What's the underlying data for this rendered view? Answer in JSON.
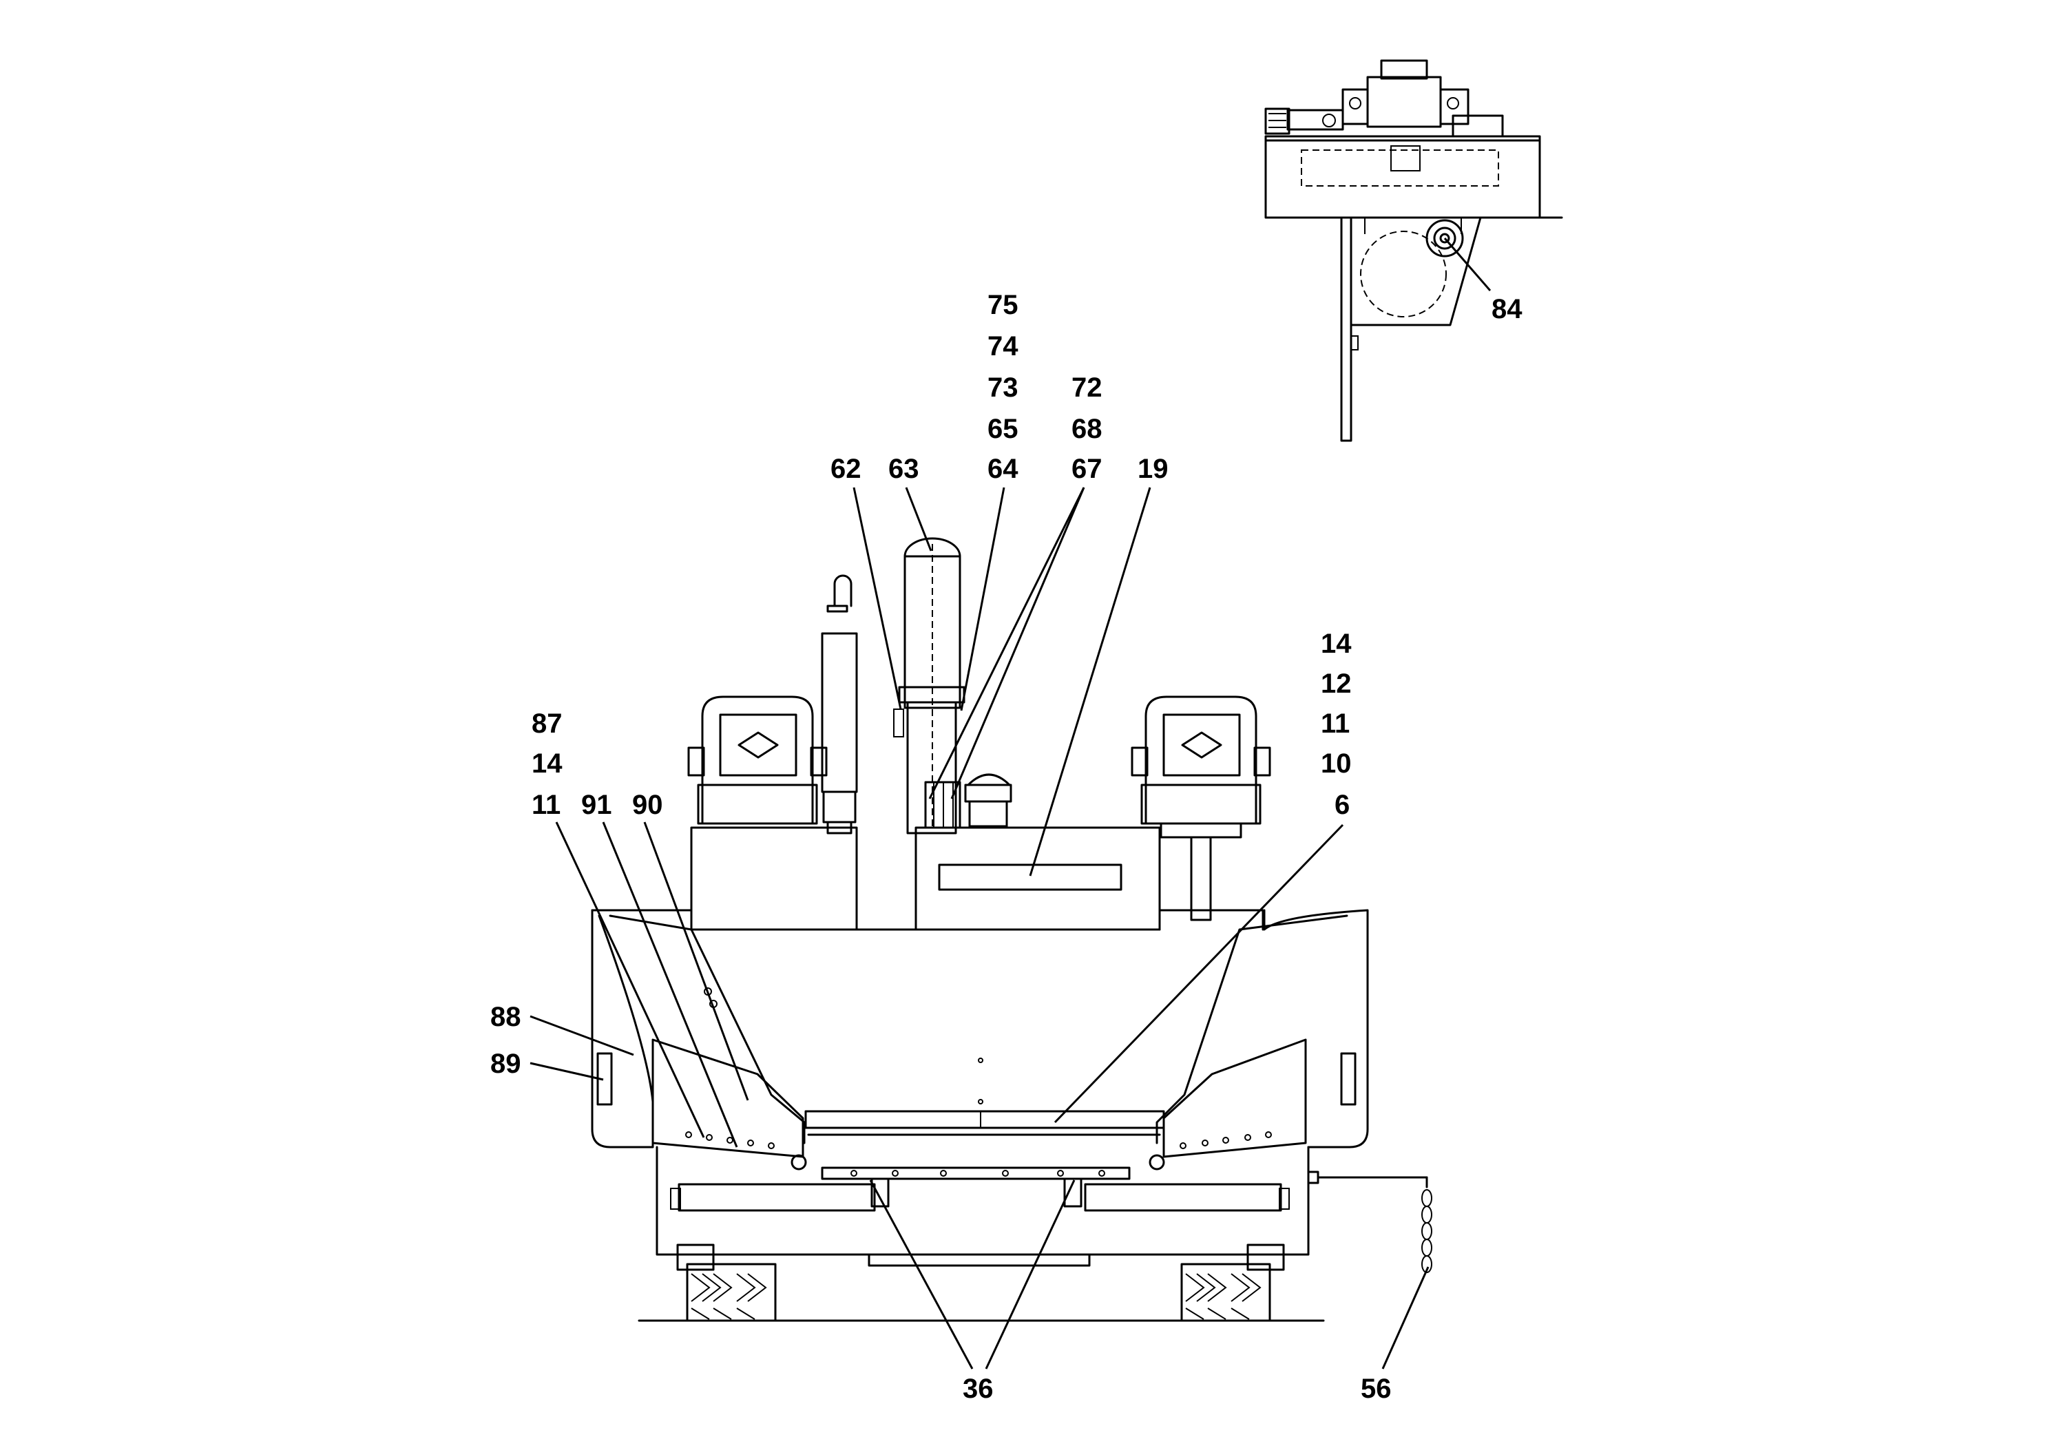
{
  "labels": {
    "l84": "84",
    "l75": "75",
    "l74": "74",
    "l73": "73",
    "l65": "65",
    "l64": "64",
    "l72": "72",
    "l68": "68",
    "l67": "67",
    "l62": "62",
    "l63": "63",
    "l19": "19",
    "l14r": "14",
    "l12": "12",
    "l11r": "11",
    "l10": "10",
    "l6": "6",
    "l87": "87",
    "l14l": "14",
    "l11l": "11",
    "l91": "91",
    "l90": "90",
    "l88": "88",
    "l89": "89",
    "l36": "36",
    "l56": "56"
  }
}
